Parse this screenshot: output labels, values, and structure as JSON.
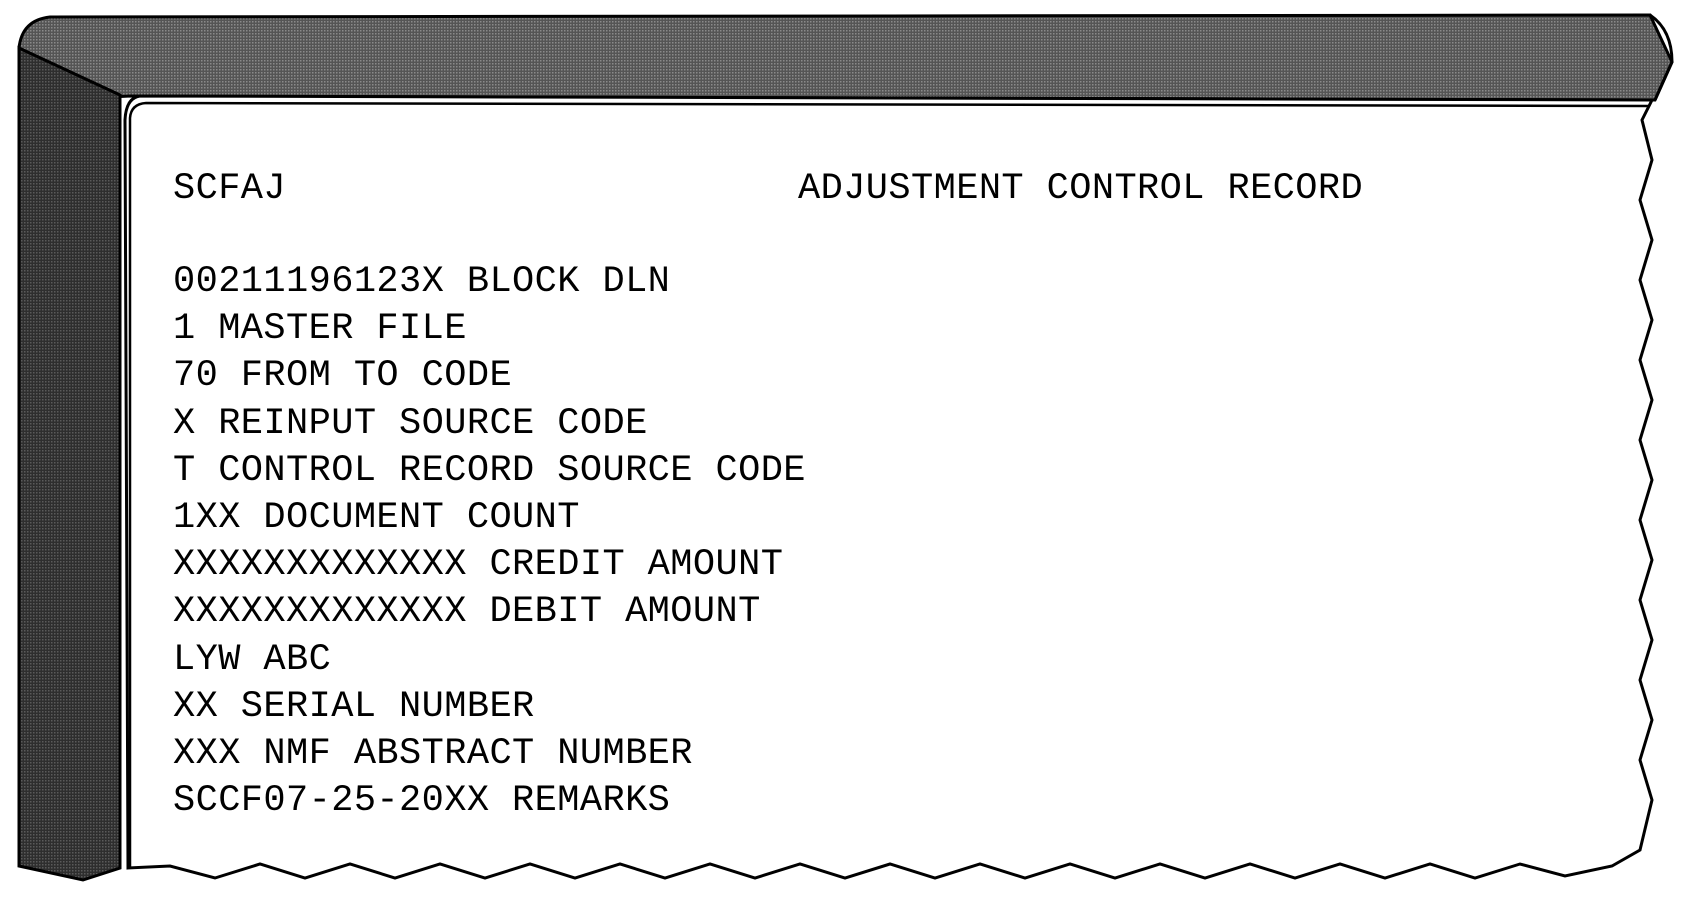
{
  "screen": {
    "code": "SCFAJ",
    "title": "ADJUSTMENT CONTROL RECORD"
  },
  "fields": [
    "00211196123X BLOCK DLN",
    "1 MASTER FILE",
    "70 FROM TO CODE",
    "X REINPUT SOURCE CODE",
    "T CONTROL RECORD SOURCE CODE",
    "1XX DOCUMENT COUNT",
    "XXXXXXXXXXXXX CREDIT AMOUNT",
    "XXXXXXXXXXXXX DEBIT AMOUNT",
    "LYW ABC",
    "XX SERIAL NUMBER",
    "XXX NMF ABSTRACT NUMBER",
    "SCCF07-25-20XX REMARKS"
  ],
  "colors": {
    "bezel": "#333333",
    "screen": "#ffffff",
    "text": "#000000"
  }
}
